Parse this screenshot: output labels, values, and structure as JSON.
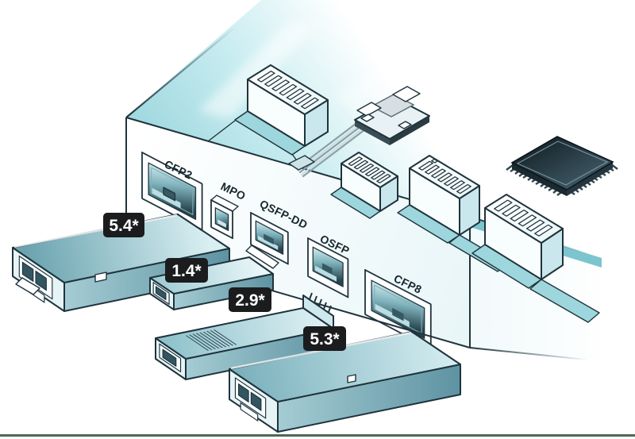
{
  "figure": {
    "subject": "Isometric illustration of pluggable optical transceiver modules and their matching host-board cages",
    "background_color": "#ffffff"
  },
  "board": {
    "ports": [
      {
        "id": "cfp2",
        "label": "CFP2"
      },
      {
        "id": "mpo",
        "label": "MPO"
      },
      {
        "id": "qsfp_dd",
        "label": "QSFP-DD"
      },
      {
        "id": "osfp",
        "label": "OSFP"
      },
      {
        "id": "cfp8",
        "label": "CFP8"
      }
    ]
  },
  "modules": [
    {
      "id": "cfp2_module",
      "badge": "5.4*"
    },
    {
      "id": "qsfp_dd_module",
      "badge": "1.4*"
    },
    {
      "id": "osfp_module",
      "badge": "2.9*"
    },
    {
      "id": "cfp8_module",
      "badge": "5.3*"
    }
  ],
  "colors": {
    "outline": "#1f333c",
    "surface_cyan": "#c7ecf0",
    "pocket_teal": "#9ed6dd",
    "badge_background": "#1b1c1d",
    "badge_text": "#ffffff",
    "chip_dark": "#101c22",
    "bottom_rule": "#4a6b52"
  }
}
